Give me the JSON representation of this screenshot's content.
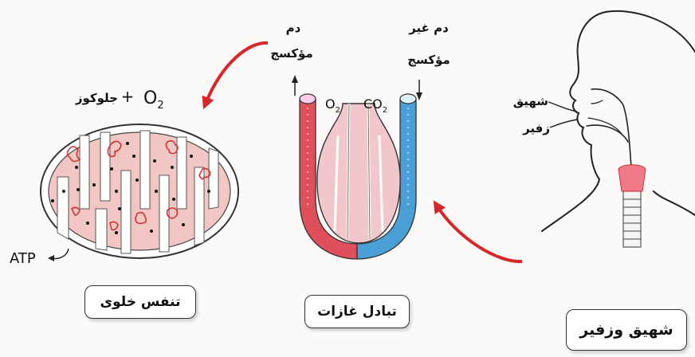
{
  "stages": {
    "breathing": {
      "title": "شهيق وزفير",
      "inhale": "شهيق",
      "exhale": "زفير"
    },
    "gas_exchange": {
      "title": "تبادل غازات",
      "oxygenated_line1": "دم",
      "oxygenated_line2": "مؤكسج",
      "deoxygenated_line1": "دم غير",
      "deoxygenated_line2": "مؤكسج",
      "o2": "O",
      "o2_sub": "2",
      "co2": "CO",
      "co2_sub": "2"
    },
    "cellular": {
      "title": "تنفس خلوى",
      "reactant_o2": "O",
      "reactant_o2_sub": "2",
      "reactant_plus": "+",
      "reactant_glucose": "جلوكوز",
      "product": "ATP"
    }
  },
  "colors": {
    "arrow": "#d8262a",
    "oxygenated_blood": "#e0505c",
    "deoxygenated_blood": "#4a9fd6",
    "alveolus": "#f2c7cc",
    "mitochondria_fill": "#f2c6c2",
    "larynx": "#f07a8a"
  }
}
